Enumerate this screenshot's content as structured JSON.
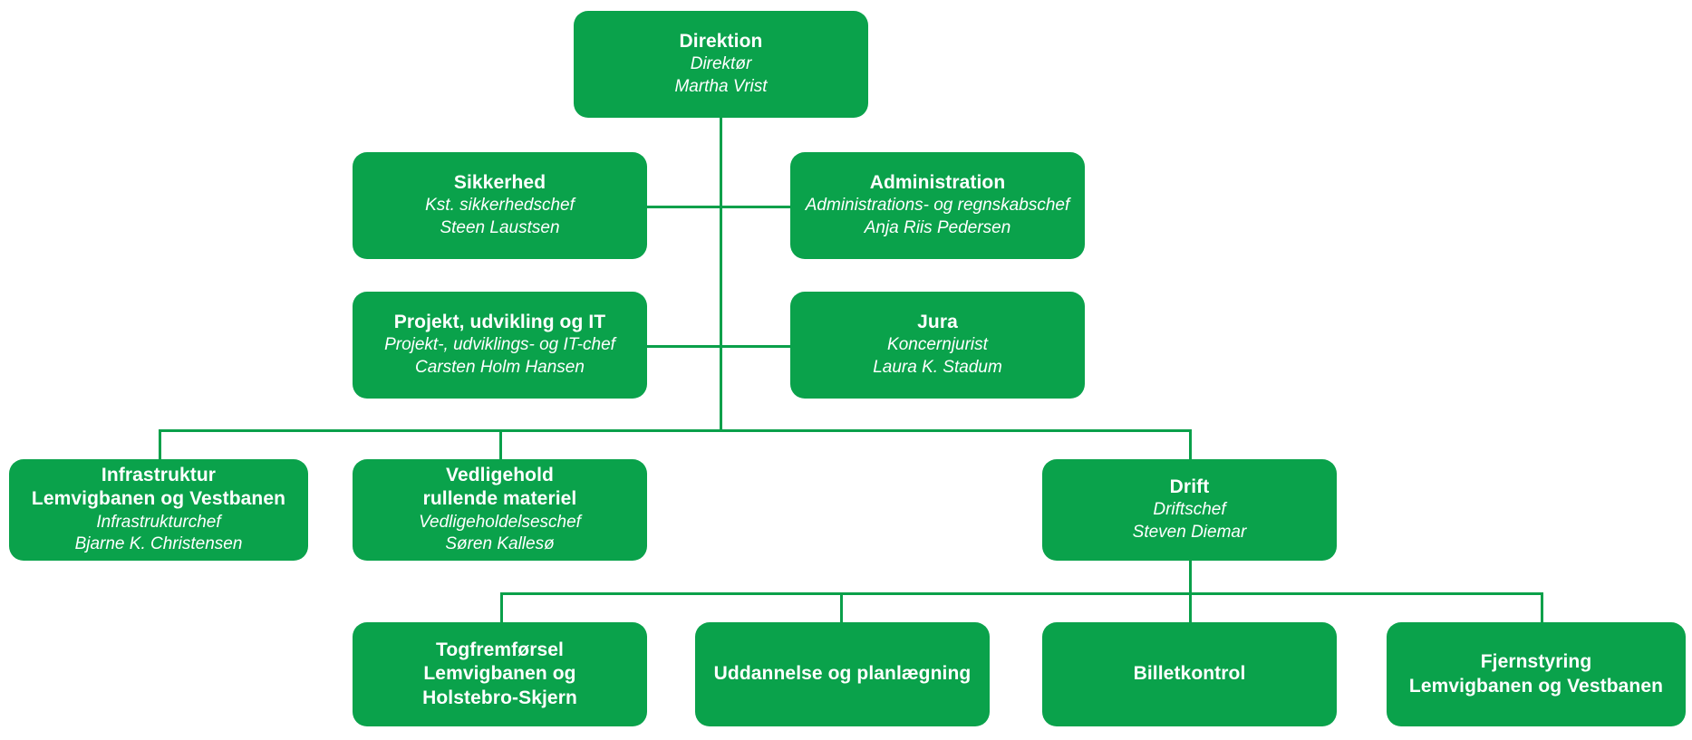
{
  "diagram": {
    "kind": "organizational-chart",
    "accent_color": "#0aa24b",
    "line_color": "#0aa04a",
    "text_color": "#ffffff",
    "background": "#ffffff"
  },
  "nodes": {
    "direktion": {
      "title": "Direktion",
      "role": "Direktør",
      "person": "Martha Vrist"
    },
    "sikkerhed": {
      "title": "Sikkerhed",
      "role": "Kst. sikkerhedschef",
      "person": "Steen Laustsen"
    },
    "administration": {
      "title": "Administration",
      "role": "Administrations- og regnskabschef",
      "person": "Anja Riis Pedersen"
    },
    "projekt_udvikling_it": {
      "title": "Projekt, udvikling og IT",
      "role": "Projekt-, udviklings- og IT-chef",
      "person": "Carsten Holm Hansen"
    },
    "jura": {
      "title": "Jura",
      "role": "Koncernjurist",
      "person": "Laura K. Stadum"
    },
    "infrastruktur": {
      "title_line1": "Infrastruktur",
      "title_line2": "Lemvigbanen og Vestbanen",
      "role": "Infrastrukturchef",
      "person": "Bjarne K. Christensen"
    },
    "vedligehold": {
      "title_line1": "Vedligehold",
      "title_line2": "rullende materiel",
      "role": "Vedligeholdelseschef",
      "person": "Søren Kallesø"
    },
    "drift": {
      "title": "Drift",
      "role": "Driftschef",
      "person": "Steven Diemar"
    },
    "togfremfoersel": {
      "title_line1": "Togfremførsel",
      "title_line2": "Lemvigbanen og",
      "title_line3": "Holstebro-Skjern"
    },
    "uddannelse": {
      "title": "Uddannelse og planlægning"
    },
    "billetkontrol": {
      "title": "Billetkontrol"
    },
    "fjernstyring": {
      "title_line1": "Fjernstyring",
      "title_line2": "Lemvigbanen og Vestbanen"
    }
  }
}
